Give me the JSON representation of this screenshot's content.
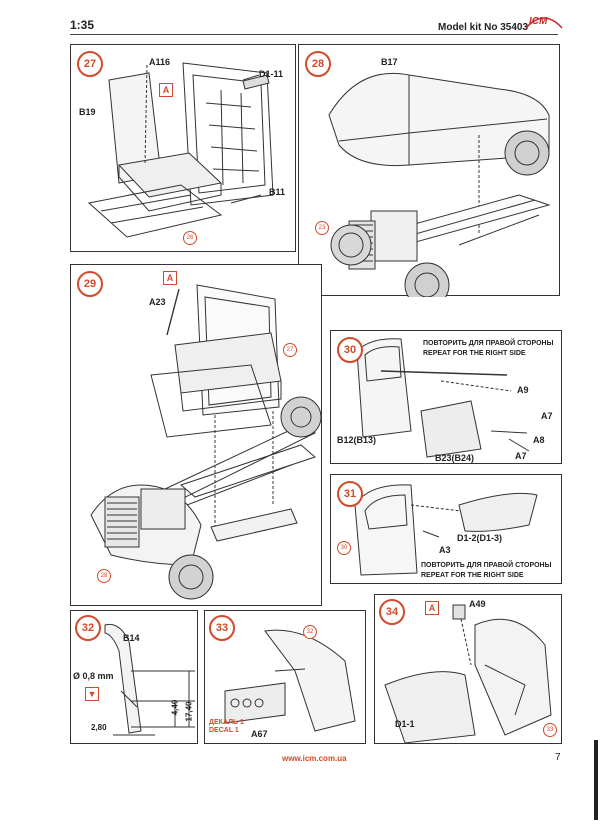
{
  "header": {
    "scale": "1:35",
    "kit": "Model kit No 35403",
    "logo": "ICM"
  },
  "steps": {
    "s27": {
      "number": "27",
      "labels": {
        "a116": "A116",
        "d1_11": "D1-11",
        "b19": "B19",
        "b11": "B11"
      },
      "box_a": "A",
      "ref": "26"
    },
    "s28": {
      "number": "28",
      "labels": {
        "b17": "B17"
      },
      "ref": "23"
    },
    "s29": {
      "number": "29",
      "labels": {
        "a23": "A23"
      },
      "box_a": "A",
      "ref_top": "27",
      "ref_bottom": "28"
    },
    "s30": {
      "number": "30",
      "note_ru": "ПОВТОРИТЬ ДЛЯ ПРАВОЙ СТОРОНЫ",
      "note_en": "REPEAT FOR THE RIGHT SIDE",
      "labels": {
        "a9": "A9",
        "a7a": "A7",
        "a8": "A8",
        "a7b": "A7",
        "b12": "B12(B13)",
        "b23": "B23(B24)"
      }
    },
    "s31": {
      "number": "31",
      "labels": {
        "d1_2": "D1-2(D1-3)",
        "a3": "A3"
      },
      "note_ru": "ПОВТОРИТЬ ДЛЯ ПРАВОЙ СТОРОНЫ",
      "note_en": "REPEAT FOR THE RIGHT SIDE",
      "ref": "30"
    },
    "s32": {
      "number": "32",
      "labels": {
        "b14": "B14",
        "dia": "Ø 0,8 mm"
      },
      "dims": {
        "d1": "4,40",
        "d2": "17,40",
        "d3": "2,80"
      }
    },
    "s33": {
      "number": "33",
      "ref": "32",
      "decal_ru": "ДЕКАЛЬ 1",
      "decal_en": "DECAL 1",
      "labels": {
        "a67": "A67"
      }
    },
    "s34": {
      "number": "34",
      "box_a": "A",
      "labels": {
        "a49": "A49",
        "d1_1": "D1-1"
      },
      "ref": "33"
    }
  },
  "footer": {
    "url": "www.icm.com.ua",
    "page": "7"
  },
  "colors": {
    "accent": "#d24a2a",
    "line": "#333333"
  }
}
